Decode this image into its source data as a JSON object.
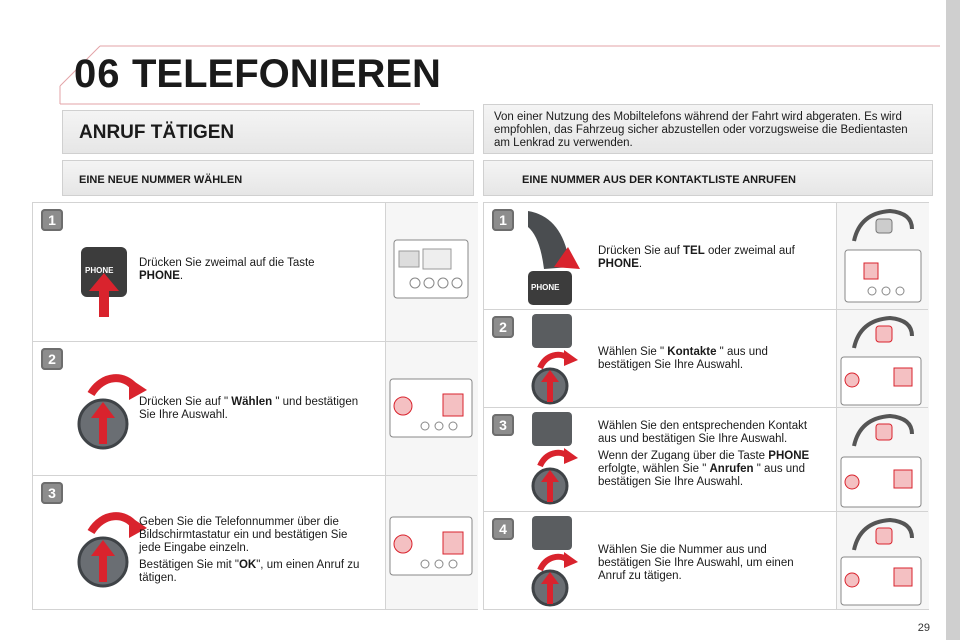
{
  "chapter": {
    "number": "06",
    "title": "TELEFONIEREN"
  },
  "section_title": "ANRUF TÄTIGEN",
  "intro": "Von einer Nutzung des Mobiltelefons während der Fahrt wird abgeraten. Es wird empfohlen, das Fahrzeug sicher abzustellen oder vorzugsweise die Bedientasten am Lenkrad zu verwenden.",
  "left": {
    "title": "EINE NEUE NUMMER WÄHLEN",
    "steps": [
      {
        "num": "1",
        "pre": "Drücken Sie zweimal auf die Taste ",
        "bold": "PHONE",
        "post": "."
      },
      {
        "num": "2",
        "pre": "Drücken Sie auf \" ",
        "bold": "Wählen",
        "post": " \" und bestätigen Sie Ihre Auswahl."
      },
      {
        "num": "3",
        "line1": "Geben Sie die Telefonnummer über die Bildschirmtastatur ein und bestätigen Sie jede Eingabe einzeln.",
        "pre": "Bestätigen Sie mit \"",
        "bold": "OK",
        "post": "\", um einen Anruf zu tätigen."
      }
    ]
  },
  "right": {
    "title": "EINE NUMMER AUS DER KONTAKTLISTE ANRUFEN",
    "steps": [
      {
        "num": "1",
        "pre": "Drücken Sie auf ",
        "bold": "TEL",
        "post": " oder zweimal auf ",
        "bold2": "PHONE",
        "post2": "."
      },
      {
        "num": "2",
        "pre": "Wählen Sie \" ",
        "bold": "Kontakte",
        "post": " \" aus und bestätigen Sie Ihre Auswahl."
      },
      {
        "num": "3",
        "line1": "Wählen Sie den entsprechenden Kontakt aus und bestätigen Sie Ihre Auswahl.",
        "pre": "Wenn der Zugang über die Taste ",
        "bold": "PHONE",
        "post": " erfolgte, wählen Sie \" ",
        "bold2": "Anrufen",
        "post2": " \" aus und bestätigen Sie Ihre Auswahl."
      },
      {
        "num": "4",
        "line1": "Wählen Sie die Nummer aus und bestätigen Sie Ihre Auswahl, um einen Anruf zu tätigen."
      }
    ]
  },
  "button_label": "PHONE",
  "page_number": "29",
  "colors": {
    "accent": "#d9232d",
    "knob": "#6a6e73",
    "badge": "#8d8d8d"
  }
}
